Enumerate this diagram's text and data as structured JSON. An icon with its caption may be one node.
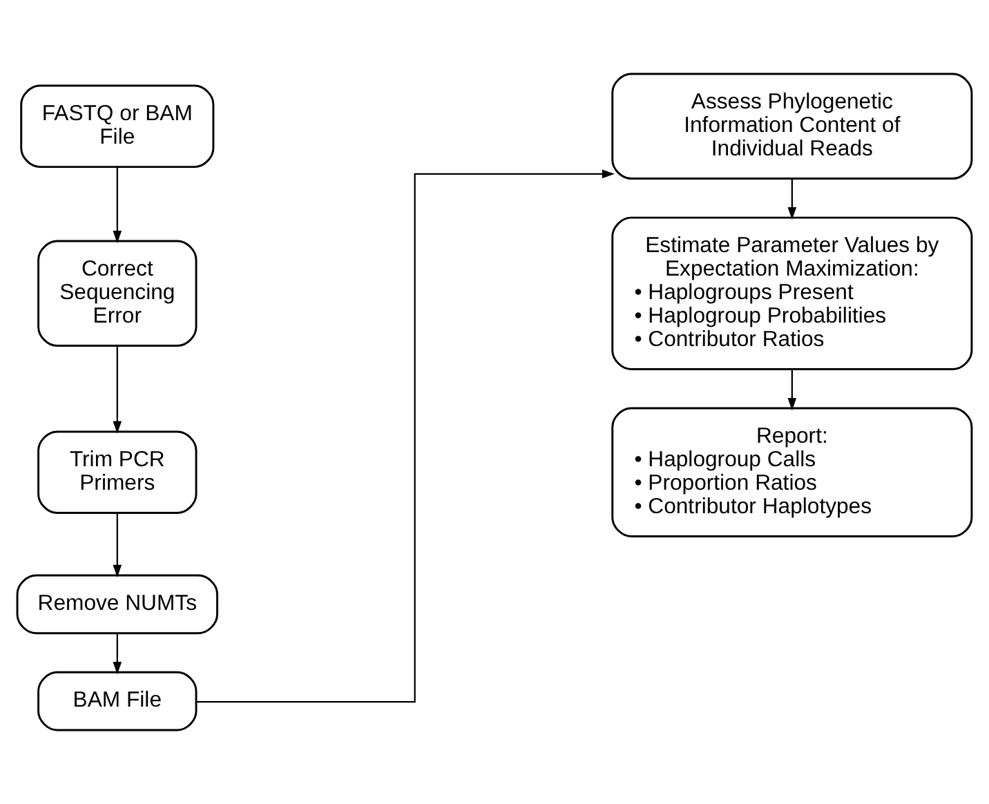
{
  "diagram": {
    "nodes": [
      {
        "text": [
          "FASTQ or BAM File"
        ]
      },
      {
        "text": [
          "Correct Sequencing Error"
        ]
      },
      {
        "text": [
          "Trim PCR Primers"
        ]
      },
      {
        "text": [
          "Remove NUMTs"
        ]
      },
      {
        "text": [
          "BAM File"
        ]
      },
      {
        "text": [
          "Assess Phylogenetic Information Content of Individual Reads"
        ]
      },
      {
        "text": [
          "Estimate Parameter Values by Expectation Maximization:",
          "• Haplogroups Present",
          "• Haplogroup Probabilities",
          "• Contributor Ratios"
        ]
      },
      {
        "text": [
          "Report:",
          "• Haplogroup Calls",
          "• Proportion Ratios",
          "• Contributor Haplotypes"
        ]
      }
    ],
    "edges": [
      {
        "from": 0,
        "to": 1,
        "arrow": "to"
      },
      {
        "from": 1,
        "to": 2,
        "arrow": "to"
      },
      {
        "from": 2,
        "to": 3,
        "arrow": "to"
      },
      {
        "from": 3,
        "to": 4,
        "arrow": "to"
      },
      {
        "from": 4,
        "to": 5,
        "arrow": "to"
      },
      {
        "from": 5,
        "to": 6,
        "arrow": "to"
      },
      {
        "from": 6,
        "to": 7,
        "arrow": "to"
      }
    ]
  }
}
